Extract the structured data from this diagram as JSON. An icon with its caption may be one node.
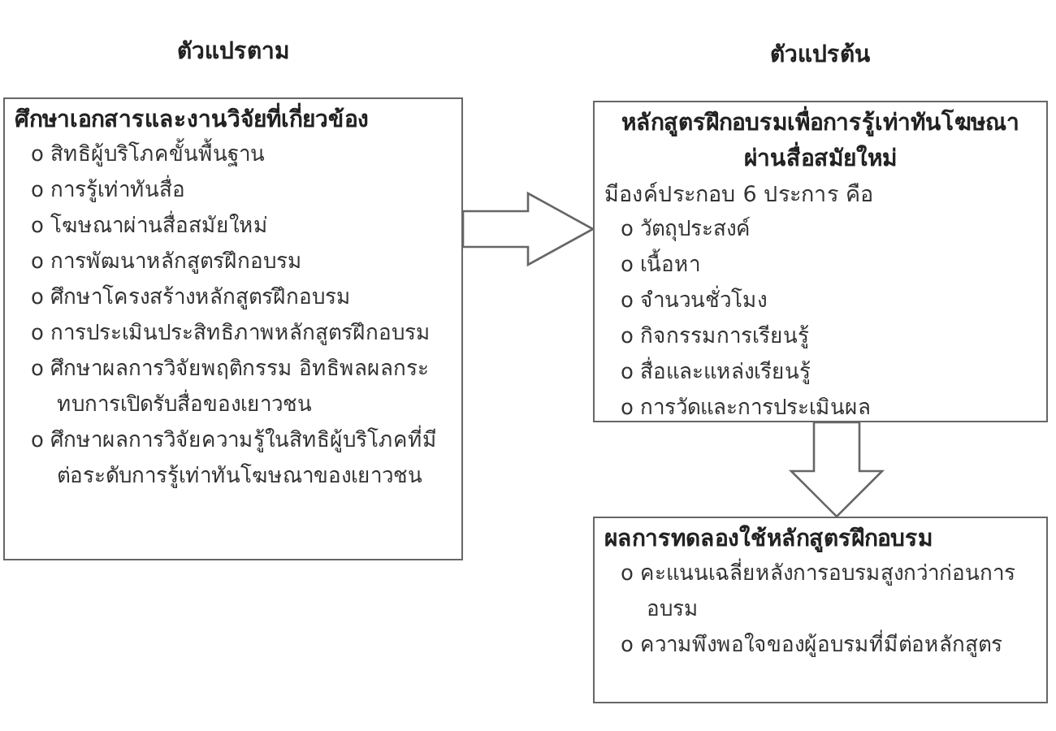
{
  "diagram": {
    "nodes": [
      {
        "text": [
          "ตัวแปรตาม",
          "ศึกษาเอกสารและงานวิจัยที่เกี่ยวข้อง",
          "o สิทธิผู้บริโภคขั้นพื้นฐาน",
          "o การรู้เท่าทันสื่อ",
          "o โฆษณาผ่านสื่อสมัยใหม่",
          "o การพัฒนาหลักสูตรฝึกอบรม",
          "o ศึกษาโครงสร้างหลักสูตรฝึกอบรม",
          "o การประเมินประสิทธิภาพหลักสูตรฝึกอบรม",
          "o ศึกษาผลการวิจัยพฤติกรรม อิทธิพลผลกระทบการเปิดรับสื่อของเยาวชน",
          "o ศึกษาผลการวิจัยความรู้ในสิทธิผู้บริโภคที่มีต่อระดับการรู้เท่าทันโฆษณาของเยาวชน"
        ]
      },
      {
        "text": [
          "ตัวแปรต้น",
          "หลักสูตรฝึกอบรมเพื่อการรู้เท่าทันโฆษณาผ่านสื่อสมัยใหม่",
          "มีองค์ประกอบ 6 ประการ คือ",
          "o วัตถุประสงค์",
          "o เนื้อหา",
          "o จำนวนชั่วโมง",
          "o กิจกรรมการเรียนรู้",
          "o สื่อและแหล่งเรียนรู้",
          "o การวัดและการประเมินผล"
        ]
      },
      {
        "text": [
          "ผลการทดลองใช้หลักสูตรฝึกอบรม",
          "o คะแนนเฉลี่ยหลังการอบรมสูงกว่าก่อนการอบรม",
          "o ความพึงพอใจของผู้อบรมที่มีต่อหลักสูตร"
        ]
      }
    ],
    "edges": [
      {
        "from": 0,
        "to": 1,
        "arrow": "to"
      },
      {
        "from": 1,
        "to": 2,
        "arrow": "to"
      }
    ]
  }
}
